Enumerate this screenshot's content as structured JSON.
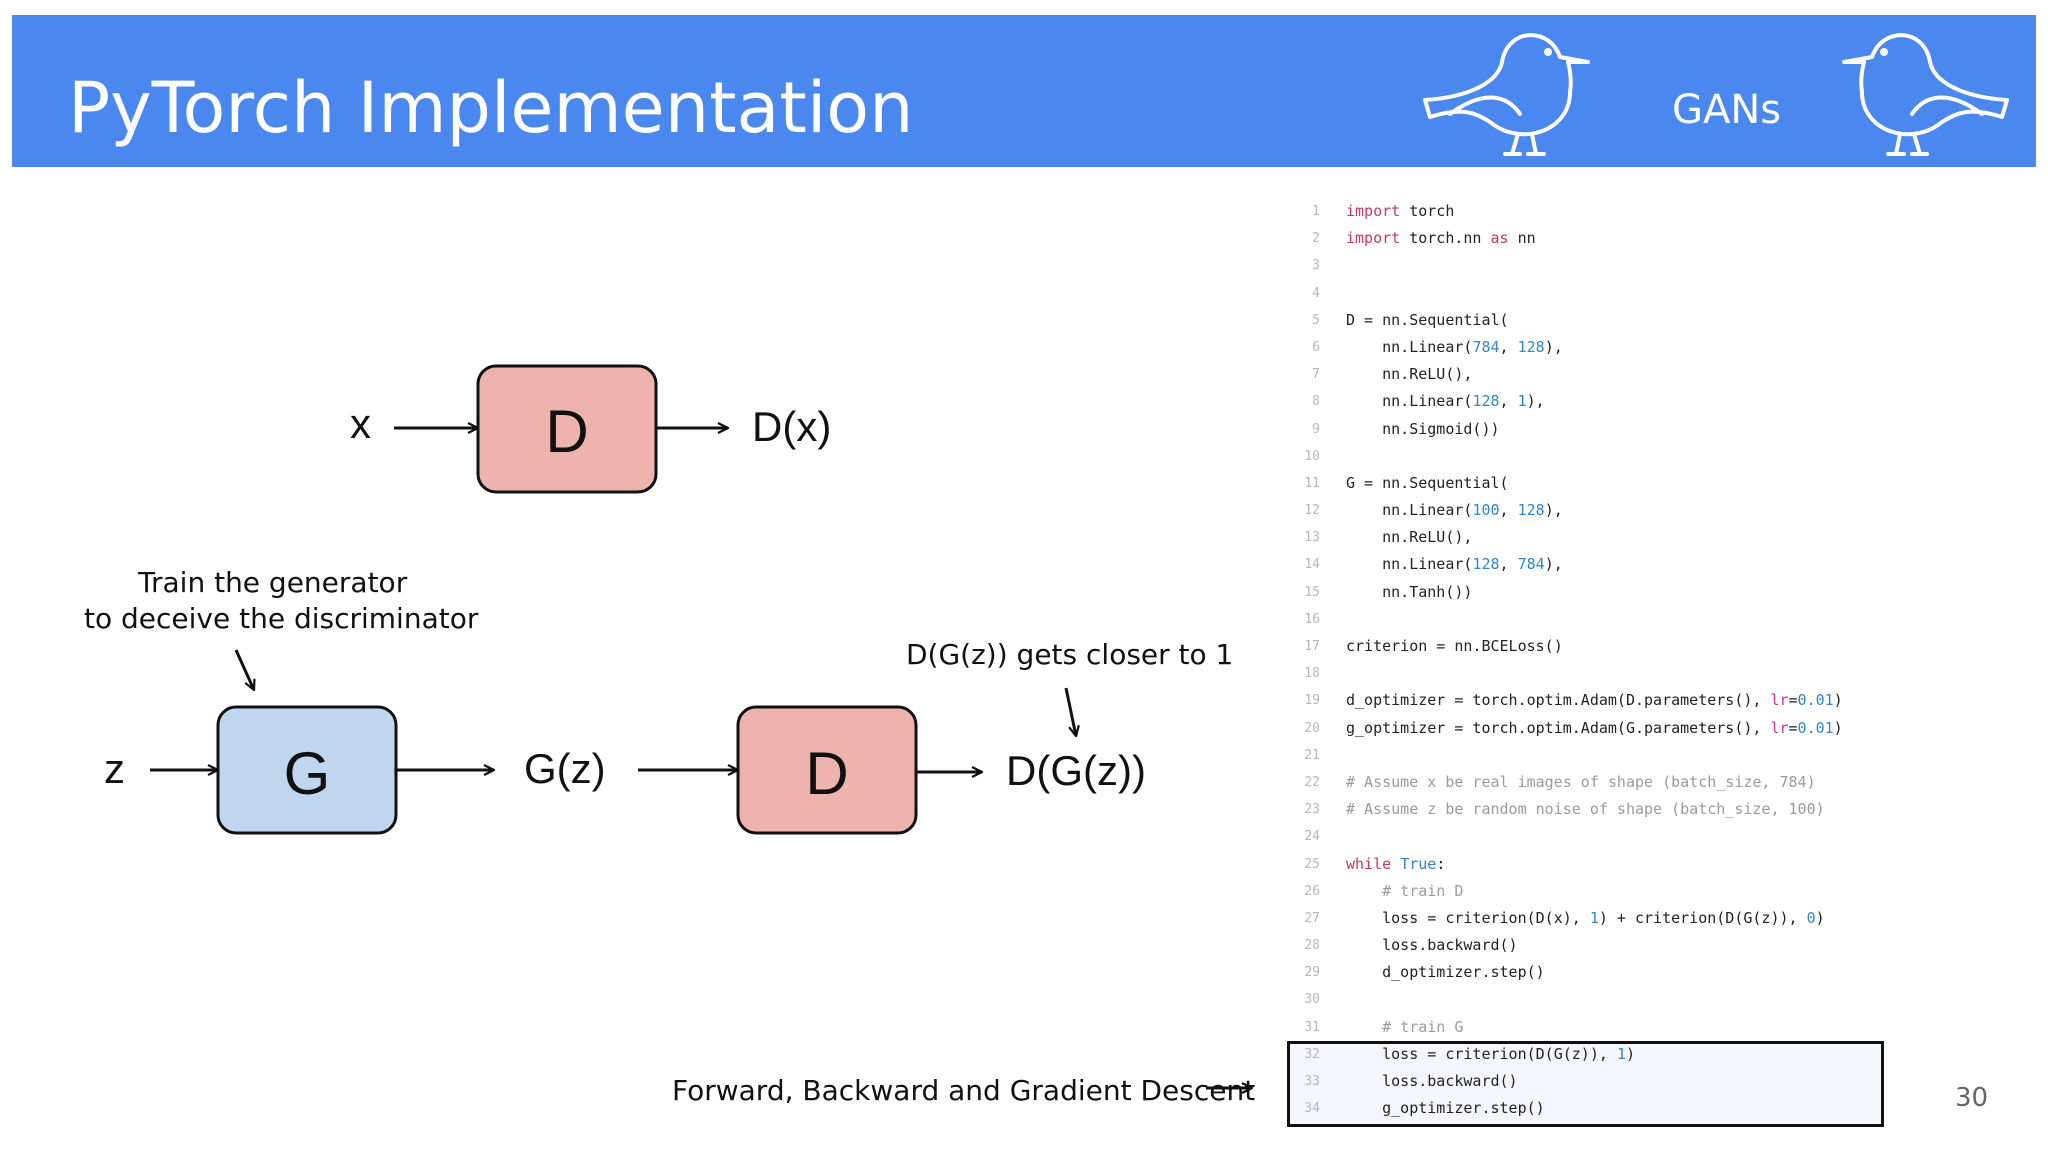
{
  "header": {
    "title": "PyTorch Implementation",
    "section": "GANs",
    "bg_color": "#4a87ef",
    "icons": [
      "bird-icon",
      "bird-icon"
    ]
  },
  "diagram": {
    "top_row": {
      "input": "x",
      "node": "D",
      "output": "D(x)"
    },
    "bottom_row": {
      "input": "z",
      "generator": "G",
      "gen_output": "G(z)",
      "discriminator": "D",
      "output": "D(G(z))"
    },
    "generator_note_line1": "Train the generator",
    "generator_note_line2": "to deceive the discriminator",
    "output_note": "D(G(z)) gets closer to 1",
    "bottom_note": "Forward, Backward and Gradient Descent",
    "colors": {
      "discriminator": "#eeb3ad",
      "generator": "#c0d6ee"
    }
  },
  "code": {
    "lines": [
      {
        "n": "1",
        "html": "<span class=\"kw\">import</span> torch"
      },
      {
        "n": "2",
        "html": "<span class=\"kw\">import</span> torch.nn <span class=\"kw\">as</span> nn"
      },
      {
        "n": "3",
        "html": ""
      },
      {
        "n": "4",
        "html": ""
      },
      {
        "n": "5",
        "html": "D = nn.Sequential("
      },
      {
        "n": "6",
        "html": "    nn.Linear(<span class=\"num\">784</span>, <span class=\"num\">128</span>),"
      },
      {
        "n": "7",
        "html": "    nn.ReLU(),"
      },
      {
        "n": "8",
        "html": "    nn.Linear(<span class=\"num\">128</span>, <span class=\"num\">1</span>),"
      },
      {
        "n": "9",
        "html": "    nn.Sigmoid())"
      },
      {
        "n": "10",
        "html": ""
      },
      {
        "n": "11",
        "html": "G = nn.Sequential("
      },
      {
        "n": "12",
        "html": "    nn.Linear(<span class=\"num\">100</span>, <span class=\"num\">128</span>),"
      },
      {
        "n": "13",
        "html": "    nn.ReLU(),"
      },
      {
        "n": "14",
        "html": "    nn.Linear(<span class=\"num\">128</span>, <span class=\"num\">784</span>),"
      },
      {
        "n": "15",
        "html": "    nn.Tanh())"
      },
      {
        "n": "16",
        "html": ""
      },
      {
        "n": "17",
        "html": "criterion = nn.BCELoss()"
      },
      {
        "n": "18",
        "html": ""
      },
      {
        "n": "19",
        "html": "d_optimizer = torch.optim.Adam(D.parameters(), <span class=\"prm\">lr</span>=<span class=\"num\">0.01</span>)"
      },
      {
        "n": "20",
        "html": "g_optimizer = torch.optim.Adam(G.parameters(), <span class=\"prm\">lr</span>=<span class=\"num\">0.01</span>)"
      },
      {
        "n": "21",
        "html": ""
      },
      {
        "n": "22",
        "html": "<span class=\"cm\"># Assume x be real images of shape (batch_size, 784)</span>"
      },
      {
        "n": "23",
        "html": "<span class=\"cm\"># Assume z be random noise of shape (batch_size, 100)</span>"
      },
      {
        "n": "24",
        "html": ""
      },
      {
        "n": "25",
        "html": "<span class=\"kw\">while</span> <span class=\"num\">True</span>:"
      },
      {
        "n": "26",
        "html": "    <span class=\"cm\"># train D</span>"
      },
      {
        "n": "27",
        "html": "    loss = criterion(D(x), <span class=\"num\">1</span>) + criterion(D(G(z)), <span class=\"num\">0</span>)"
      },
      {
        "n": "28",
        "html": "    loss.backward()"
      },
      {
        "n": "29",
        "html": "    d_optimizer.step()"
      },
      {
        "n": "30",
        "html": ""
      },
      {
        "n": "31",
        "html": "    <span class=\"cm\"># train G</span>"
      },
      {
        "n": "32",
        "html": "    loss = criterion(D(G(z)), <span class=\"num\">1</span>)"
      },
      {
        "n": "33",
        "html": "    loss.backward()"
      },
      {
        "n": "34",
        "html": "    g_optimizer.step()"
      }
    ]
  },
  "page_number": "30"
}
